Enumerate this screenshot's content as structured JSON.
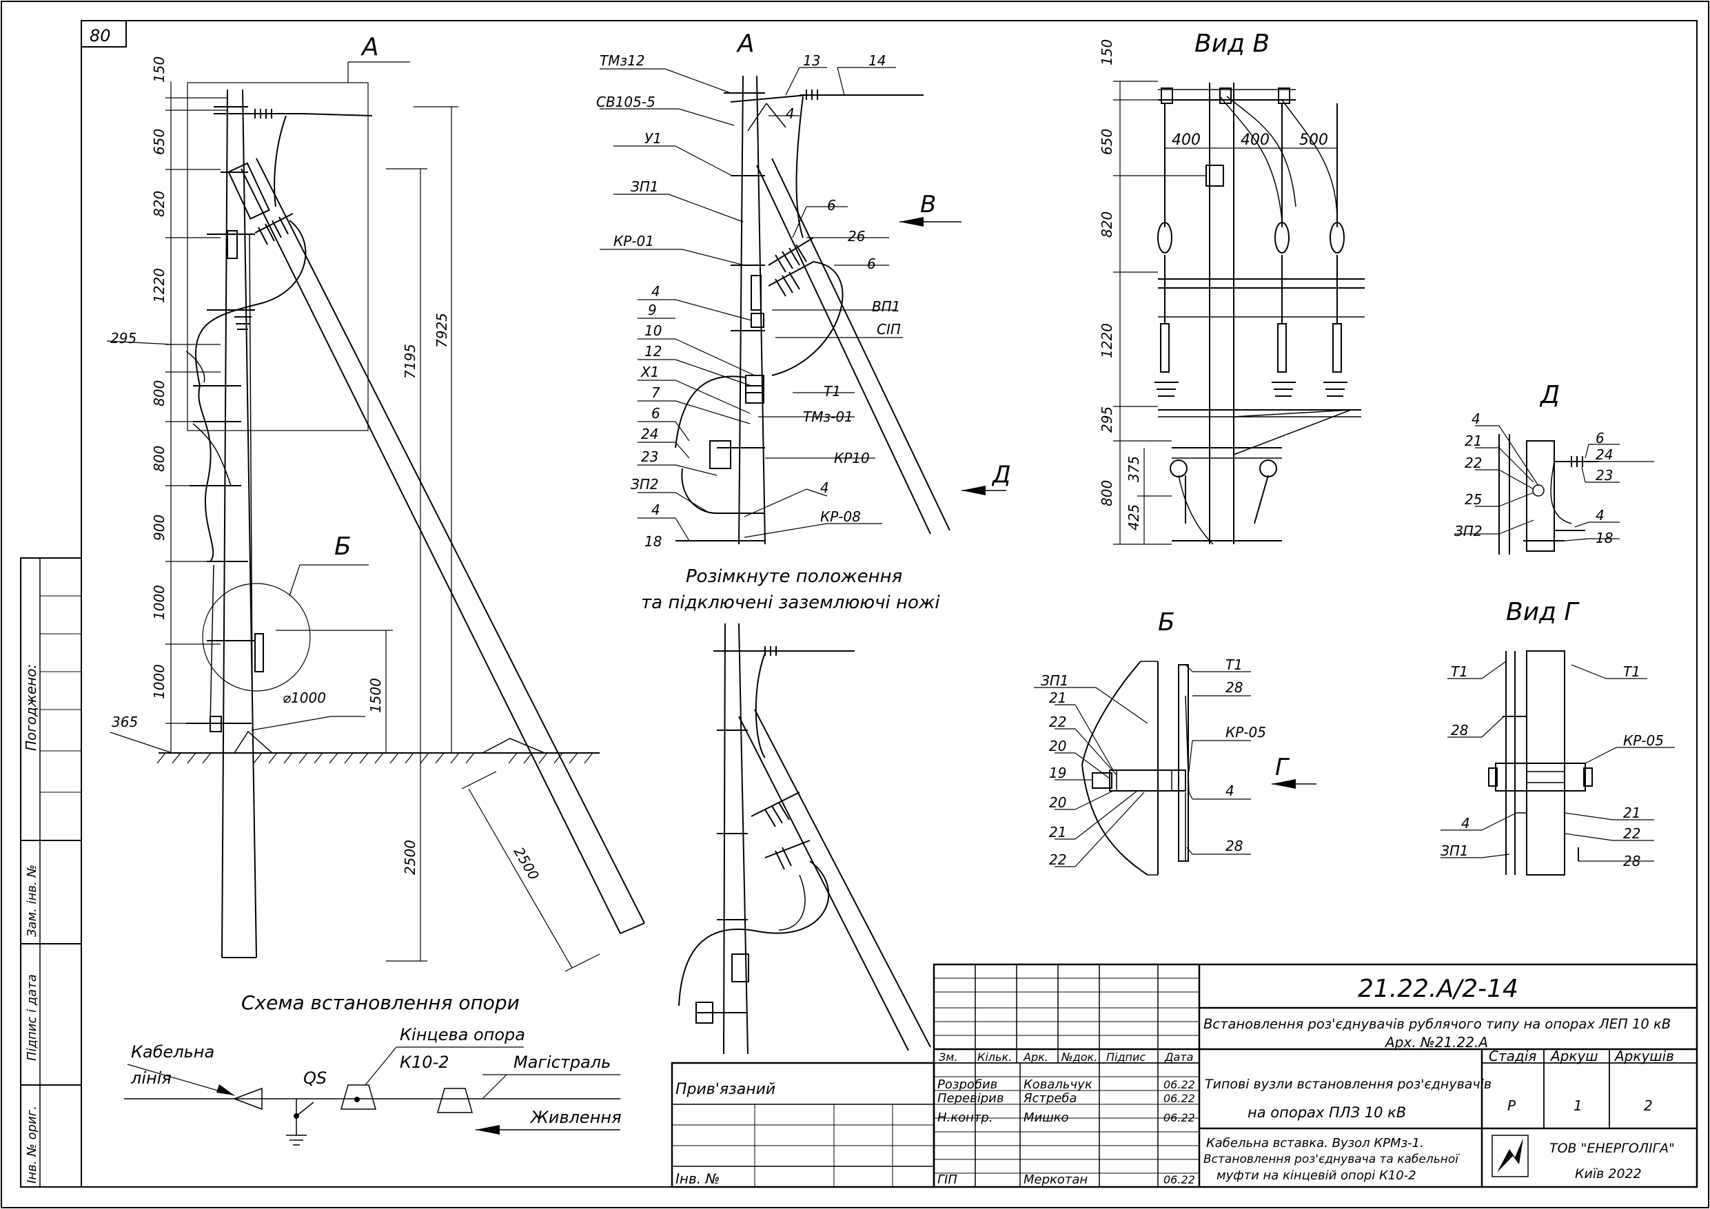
{
  "sheet": {
    "sheet_tab": "80",
    "left_strip": {
      "agreed": "Погоджено:",
      "replace_inv": "Зам. інв. №",
      "sign_date": "Підпис і дата",
      "orig_inv": "Інв. № ориг."
    }
  },
  "main_view": {
    "label_a": "А",
    "label_b": "Б",
    "dims_vertical": [
      "150",
      "650",
      "820",
      "1220",
      "295",
      "800",
      "800",
      "900",
      "1000",
      "1000",
      "365"
    ],
    "dim_7195": "7195",
    "dim_7925": "7925",
    "dim_1500": "1500",
    "dim_2500_v": "2500",
    "dim_2500_diag": "2500",
    "dim_d1000": "⌀1000"
  },
  "view_a": {
    "title": "А",
    "callouts_left": [
      "ТМз12",
      "СВ105-5",
      "У1",
      "ЗП1",
      "КР-01",
      "4",
      "9",
      "10",
      "12",
      "Х1",
      "7",
      "6",
      "24",
      "23",
      "ЗП2",
      "4",
      "18"
    ],
    "callouts_right": [
      "13",
      "14",
      "4",
      "6",
      "26",
      "6",
      "ВП1",
      "СІП",
      "Т1",
      "ТМз-01",
      "КР10",
      "4",
      "КР-08"
    ],
    "arrow_b": "В",
    "caption_line1": "Розімкнуте положення",
    "caption_line2": "та підключені заземлюючі ножі"
  },
  "view_v": {
    "title": "Вид В",
    "dims_vertical": [
      "150",
      "650",
      "820",
      "1220",
      "295",
      "800"
    ],
    "dims_inner": [
      "375",
      "425"
    ],
    "dims_horizontal": [
      "400",
      "400",
      "500"
    ],
    "arrow_d": "Д"
  },
  "view_d": {
    "title": "Д",
    "callouts_left": [
      "4",
      "21",
      "22",
      "25",
      "ЗП2"
    ],
    "callouts_right": [
      "6",
      "24",
      "23",
      "4",
      "18"
    ]
  },
  "view_b": {
    "title": "Б",
    "callouts_left": [
      "ЗП1",
      "21",
      "22",
      "20",
      "19",
      "20",
      "21",
      "22"
    ],
    "callouts_right": [
      "Т1",
      "28",
      "КР-05",
      "4",
      "28"
    ],
    "arrow_g": "Г"
  },
  "view_g": {
    "title": "Вид Г",
    "callouts_left": [
      "Т1",
      "28",
      "4",
      "ЗП1"
    ],
    "callouts_right": [
      "Т1",
      "КР-05",
      "21",
      "22",
      "28"
    ]
  },
  "scheme": {
    "title": "Схема встановлення опори",
    "cable_line_1": "Кабельна",
    "cable_line_2": "лінія",
    "qs": "QS",
    "end_pole": "Кінцева опора",
    "end_pole_code": "К10-2",
    "main_line": "Магістраль",
    "supply": "Живлення"
  },
  "title_block": {
    "doc_code": "21.22.А/2-14",
    "project_title": "Встановлення роз'єднувачів рублячого типу на опорах ЛЕП 10 кВ",
    "archive_no": "Арх. №21.22.А",
    "headers": [
      "Зм.",
      "Кільк.",
      "Арк.",
      "№док.",
      "Підпис",
      "Дата"
    ],
    "rows": [
      {
        "role": "Розробив",
        "name": "Ковальчук",
        "date": "06.22"
      },
      {
        "role": "Перевірив",
        "name": "Ястреба",
        "date": "06.22"
      },
      {
        "role": "Н.контр.",
        "name": "Мишко",
        "date": "06.22"
      },
      {
        "role": "ГІП",
        "name": "Меркотан",
        "date": "06.22"
      }
    ],
    "section_line1": "Типові вузли встановлення роз'єднувачів",
    "section_line2": "на опорах ПЛЗ 10 кВ",
    "stage_label": "Стадія",
    "sheet_label": "Аркуш",
    "sheets_label": "Аркушів",
    "stage": "Р",
    "sheet": "1",
    "sheets": "2",
    "sheet_desc_1": "Кабельна вставка. Вузол КРМз-1.",
    "sheet_desc_2": "Встановлення роз'єднувача та кабельної",
    "sheet_desc_3": "муфти на кінцевій опорі К10-2",
    "company": "ТОВ \"ЕНЕРГОЛІГА\"",
    "city_year": "Київ 2022",
    "linked": "Прив'язаний",
    "inv_no": "Інв. №"
  }
}
